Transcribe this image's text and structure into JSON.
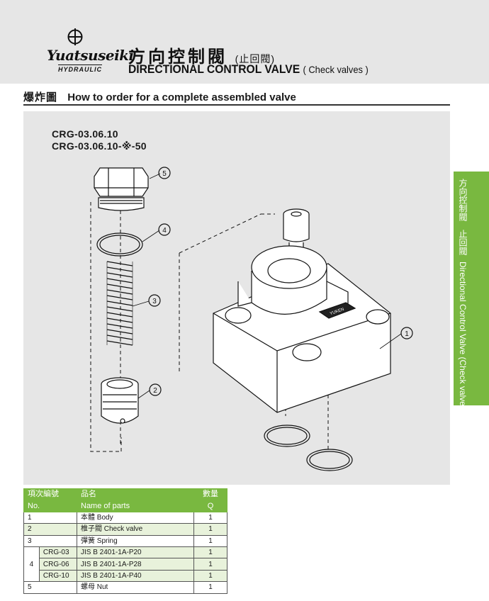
{
  "header": {
    "logo_word": "Yuatsuseiki",
    "logo_sub": "HYDRAULIC",
    "title_zh": "方向控制閥",
    "title_zh_sub": "(止回閥)",
    "title_en": "DIRECTIONAL CONTROL VALVE",
    "title_en_sub": "( Check valves )"
  },
  "section": {
    "title_zh": "爆炸圖",
    "title_en": "How to order for a complete assembled valve"
  },
  "side_tab": {
    "zh": "方向控制閥　止回閥",
    "en": "Directional Control Valve (Check valves)"
  },
  "diagram": {
    "models": [
      "CRG-03.06.10",
      "CRG-03.06.10-※-50"
    ],
    "callouts": [
      "5",
      "4",
      "3",
      "2",
      "1"
    ],
    "nameplate": "YUKEN"
  },
  "table": {
    "headers": {
      "no_zh": "項次編號",
      "no_en": "No.",
      "name_zh": "品名",
      "name_en": "Name of parts",
      "qty_zh": "數量",
      "qty_en": "Q"
    },
    "rows": [
      {
        "no": "1",
        "name": "本體 Body",
        "qty": "1"
      },
      {
        "no": "2",
        "name": "椎子閥 Check valve",
        "qty": "1"
      },
      {
        "no": "3",
        "name": "彈簧 Spring",
        "qty": "1"
      }
    ],
    "group": {
      "no": "4",
      "items": [
        {
          "model": "CRG-03",
          "name": "JIS B 2401-1A-P20",
          "qty": "1"
        },
        {
          "model": "CRG-06",
          "name": "JIS B 2401-1A-P28",
          "qty": "1"
        },
        {
          "model": "CRG-10",
          "name": "JIS B 2401-1A-P40",
          "qty": "1"
        }
      ]
    },
    "last": {
      "no": "5",
      "name": "螺母 Nut",
      "qty": "1"
    }
  }
}
